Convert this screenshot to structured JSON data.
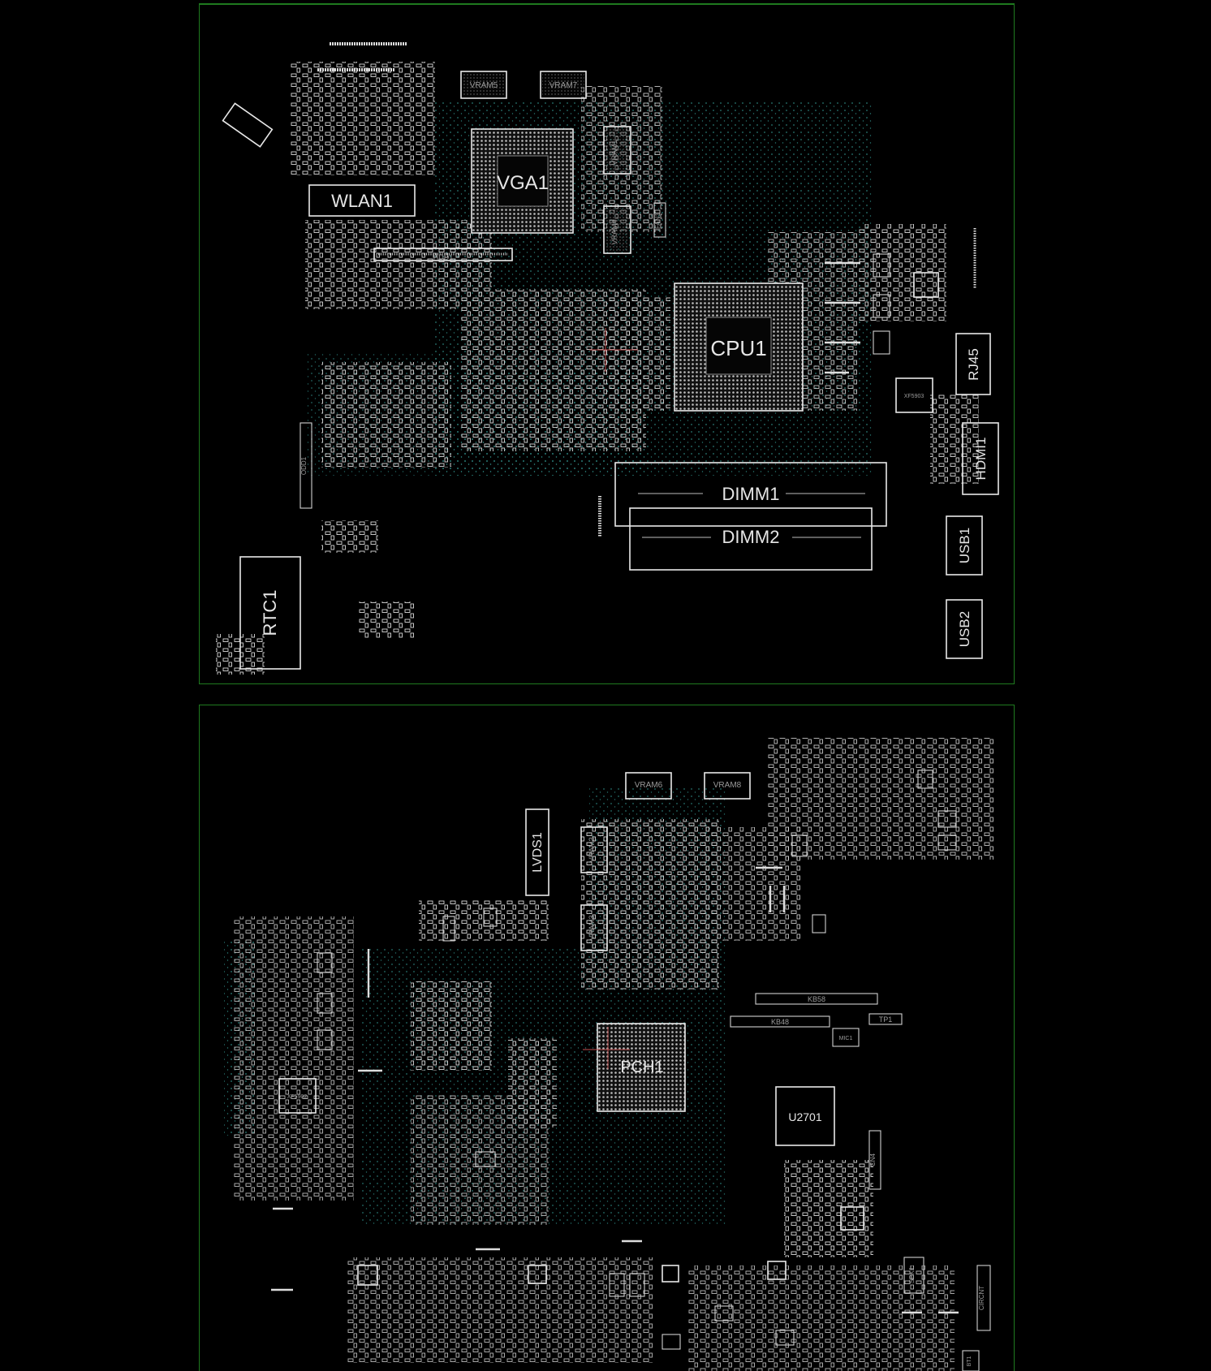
{
  "colors": {
    "background": "#000000",
    "border": "#1f7a1f",
    "outline": "#e8e8e8",
    "via": "#2f8f8a"
  },
  "top_side": {
    "labels": {
      "wlan": "WLAN1",
      "vga": "VGA1",
      "cpu": "CPU1",
      "dimm1": "DIMM1",
      "dimm2": "DIMM2",
      "rtc": "RTC1",
      "rj45": "RJ45",
      "hdmi": "HDMI1",
      "usb1": "USB1",
      "usb2": "USB2",
      "hdd": "HDD1",
      "vram5": "VRAM5",
      "vram7": "VRAM7",
      "vram1": "VRAM1",
      "vram4": "VRAM4",
      "odd": "ODD1",
      "fan": "FAN1",
      "xf_a": "XF5903"
    }
  },
  "bottom_side": {
    "labels": {
      "pch": "PCH1",
      "u2701": "U2701",
      "lvds": "LVDS1",
      "kb58": "KB58",
      "kb48": "KB48",
      "tp": "TP1",
      "mic": "MIC1",
      "xf_b": "XF5902",
      "vram6": "VRAM6",
      "vram8": "VRAM8",
      "vram2": "VRAM2",
      "vram3": "VRAM3",
      "cn": "CN4",
      "spk": "SPK1",
      "circuit": "CIRCNT",
      "bt": "BT1"
    }
  }
}
